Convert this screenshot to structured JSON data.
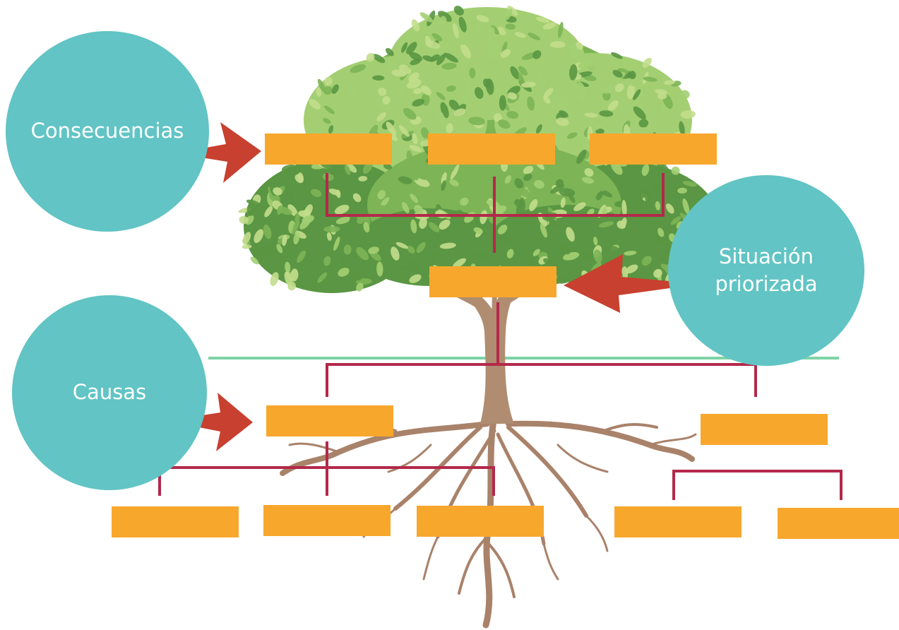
{
  "labels": {
    "consequences": "Consecuencias",
    "prioritized": "Situación\npriorizada",
    "causes": "Causas"
  },
  "colors": {
    "circle": "#62c4c4",
    "box": "#f8a72d",
    "connector": "#b3294a",
    "arrow": "#c8402f",
    "ground_line": "#7dd3a6",
    "leaf_light": "#a3cf72",
    "leaf_mid": "#7cb456",
    "leaf_dark": "#5a9643",
    "trunk": "#b08d70",
    "root": "#a9826a"
  },
  "structure": {
    "consequence_boxes": 3,
    "prioritized_boxes": 1,
    "cause_boxes": 2,
    "sub_cause_boxes": 5,
    "box_text": ""
  }
}
